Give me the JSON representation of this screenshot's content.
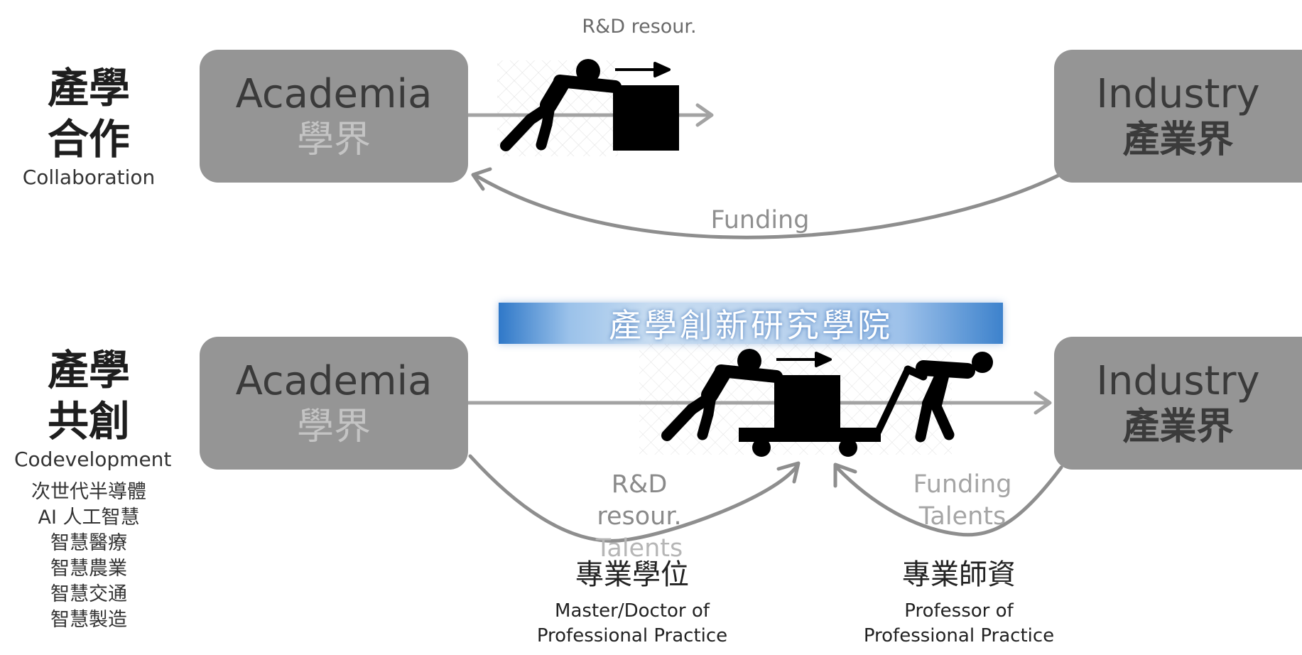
{
  "colors": {
    "box_fill": "#959595",
    "arrow_gray": "#9a9a9a",
    "figure_black": "#000000",
    "banner_blue": "#3a7fcc"
  },
  "icons": [
    "person-pushing-box-icon",
    "person-pulling-cart-icon",
    "arrow-right-icon"
  ],
  "row1": {
    "title_zh_line1": "產學",
    "title_zh_line2": "合作",
    "title_en": "Collaboration",
    "academia": {
      "en": "Academia",
      "zh": "學界"
    },
    "industry": {
      "en": "Industry",
      "zh": "產業界"
    },
    "rd_label": "R&D resour.",
    "funding_label": "Funding"
  },
  "row2": {
    "title_zh_line1": "產學",
    "title_zh_line2": "共創",
    "title_en": "Codevelopment",
    "topics": [
      "次世代半導體",
      "AI 人工智慧",
      "智慧醫療",
      "智慧農業",
      "智慧交通",
      "智慧製造"
    ],
    "banner": "產學創新研究學院",
    "academia": {
      "en": "Academia",
      "zh": "學界"
    },
    "industry": {
      "en": "Industry",
      "zh": "產業界"
    },
    "left_flow_label": [
      "R&D",
      "resour.",
      "Talents"
    ],
    "right_flow_label": [
      "Funding",
      "Talents"
    ],
    "degree_zh": "專業學位",
    "degree_en": [
      "Master/Doctor of",
      "Professional Practice"
    ],
    "faculty_zh": "專業師資",
    "faculty_en": [
      "Professor of",
      "Professional Practice"
    ]
  }
}
